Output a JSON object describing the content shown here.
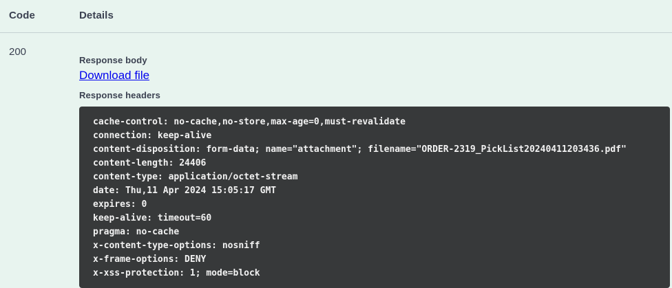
{
  "table": {
    "columns": {
      "code": "Code",
      "details": "Details"
    },
    "row": {
      "status_code": "200",
      "response_body_label": "Response body",
      "download_link": "Download file",
      "response_headers_label": "Response headers",
      "response_headers": [
        "cache-control: no-cache,no-store,max-age=0,must-revalidate",
        "connection: keep-alive",
        "content-disposition: form-data; name=\"attachment\"; filename=\"ORDER-2319_PickList20240411203436.pdf\"",
        "content-length: 24406",
        "content-type: application/octet-stream",
        "date: Thu,11 Apr 2024 15:05:17 GMT",
        "expires: 0",
        "keep-alive: timeout=60",
        "pragma: no-cache",
        "x-content-type-options: nosniff",
        "x-frame-options: DENY",
        "x-xss-protection: 1; mode=block"
      ]
    }
  },
  "colors": {
    "page_background": "#e8f4ef",
    "code_block_background": "#37393a",
    "code_text": "#f2f2f2",
    "link": "#0000ee",
    "text": "#3b4151",
    "divider": "#b9c6c8"
  }
}
